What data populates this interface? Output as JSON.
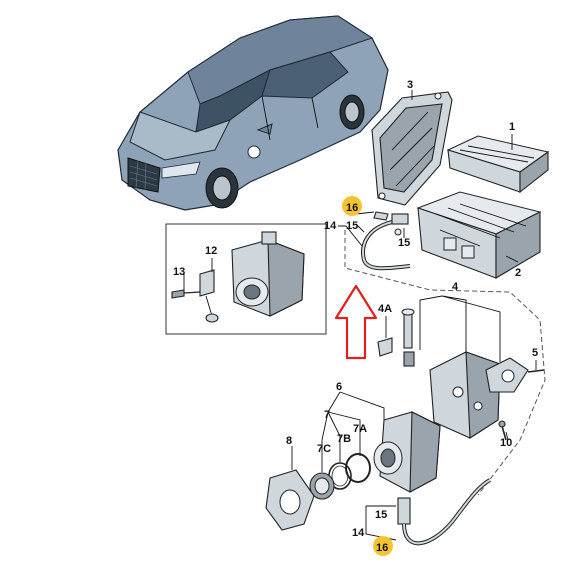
{
  "labels": {
    "l1": "1",
    "l2": "2",
    "l3": "3",
    "l4": "4",
    "l4a": "4A",
    "l5": "5",
    "l6": "6",
    "l7": "7",
    "l7a": "7A",
    "l7b": "7B",
    "l7c": "7C",
    "l8": "8",
    "l10": "10",
    "l12": "12",
    "l13": "13",
    "l14_top": "14",
    "l15_top": "15",
    "l16_top": "16",
    "l15_mid": "15",
    "l14_bot": "14",
    "l15_bot": "15",
    "l16_bot": "16"
  },
  "colors": {
    "highlight": "#f4c430",
    "arrow": "#e0201c",
    "car_body": "#8fa3b8",
    "line": "#222222"
  }
}
